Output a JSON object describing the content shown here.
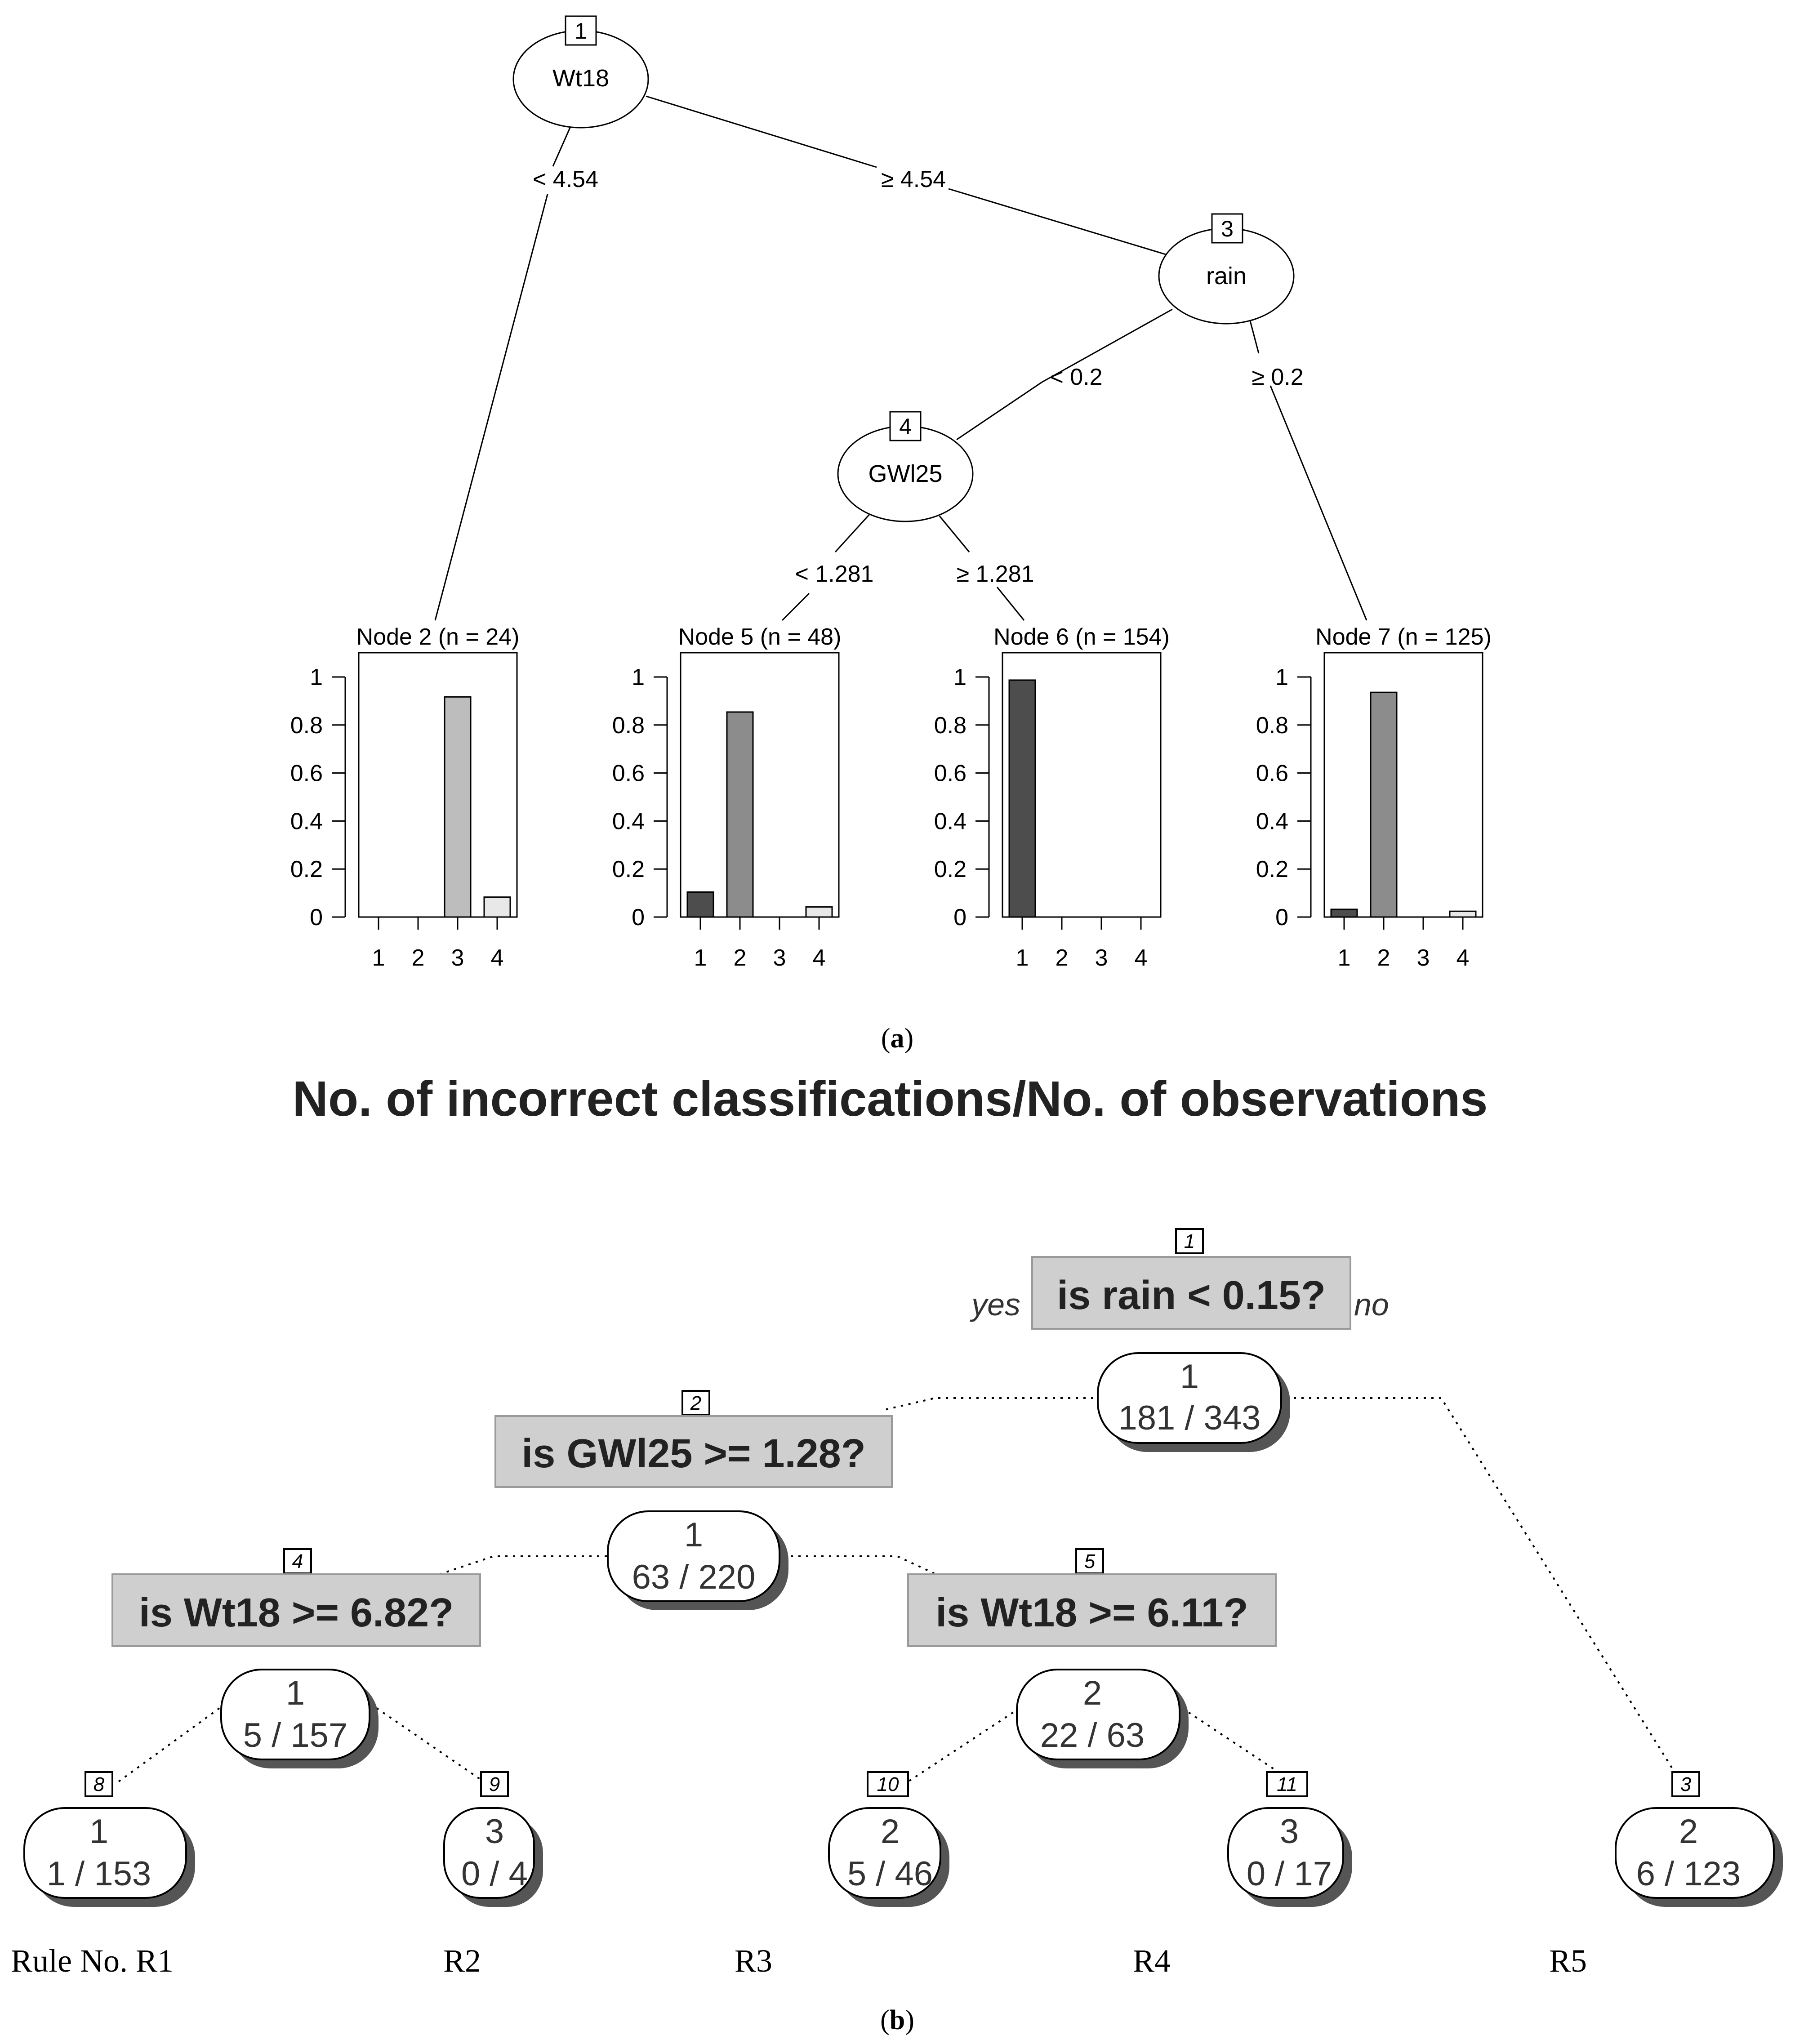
{
  "panel_a": {
    "caption_open": "(",
    "caption_letter": "a",
    "caption_close": ")",
    "splits": [
      {
        "id": "1",
        "var": "Wt18",
        "left_edge": "< 4.54",
        "right_edge": "≥ 4.54"
      },
      {
        "id": "3",
        "var": "rain",
        "left_edge": "< 0.2",
        "right_edge": "≥ 0.2"
      },
      {
        "id": "4",
        "var": "GWl25",
        "left_edge": "< 1.281",
        "right_edge": "≥ 1.281"
      }
    ],
    "y_ticks": [
      "0",
      "0.2",
      "0.4",
      "0.6",
      "0.8",
      "1"
    ],
    "x_ticks": [
      "1",
      "2",
      "3",
      "4"
    ],
    "class_colors": [
      "#4d4d4d",
      "#8c8c8c",
      "#bdbdbd",
      "#e8e8e8"
    ]
  },
  "chart_data": [
    {
      "type": "bar",
      "title": "Node 2 (n = 24)",
      "categories": [
        "1",
        "2",
        "3",
        "4"
      ],
      "values": [
        0,
        0,
        0.917,
        0.083
      ],
      "ylim": [
        0,
        1
      ]
    },
    {
      "type": "bar",
      "title": "Node 5 (n = 48)",
      "categories": [
        "1",
        "2",
        "3",
        "4"
      ],
      "values": [
        0.104,
        0.854,
        0,
        0.042
      ],
      "ylim": [
        0,
        1
      ]
    },
    {
      "type": "bar",
      "title": "Node 6 (n = 154)",
      "categories": [
        "1",
        "2",
        "3",
        "4"
      ],
      "values": [
        0.987,
        0,
        0,
        0
      ],
      "ylim": [
        0,
        1
      ]
    },
    {
      "type": "bar",
      "title": "Node 7 (n = 125)",
      "categories": [
        "1",
        "2",
        "3",
        "4"
      ],
      "values": [
        0.032,
        0.936,
        0,
        0.024
      ],
      "ylim": [
        0,
        1
      ]
    }
  ],
  "panel_b": {
    "title": "No. of incorrect classifications/No. of observations",
    "yes_label": "yes",
    "no_label": "no",
    "questions": [
      {
        "id": "1",
        "text": "is rain < 0.15?"
      },
      {
        "id": "2",
        "text": "is GWl25 >= 1.28?"
      },
      {
        "id": "4",
        "text": "is Wt18 >= 6.82?"
      },
      {
        "id": "5",
        "text": "is Wt18 >= 6.11?"
      }
    ],
    "nodes": [
      {
        "id": "1",
        "class": "1",
        "counts": "181 / 343"
      },
      {
        "id": "2",
        "class": "1",
        "counts": "63 / 220"
      },
      {
        "id": "4",
        "class": "1",
        "counts": "5 / 157"
      },
      {
        "id": "5",
        "class": "2",
        "counts": "22 / 63"
      },
      {
        "id": "8",
        "class": "1",
        "counts": "1 / 153"
      },
      {
        "id": "9",
        "class": "3",
        "counts": "0 / 4"
      },
      {
        "id": "10",
        "class": "2",
        "counts": "5 / 46"
      },
      {
        "id": "11",
        "class": "3",
        "counts": "0 / 17"
      },
      {
        "id": "3",
        "class": "2",
        "counts": "6 / 123"
      }
    ],
    "rules": [
      "Rule No. R1",
      "R2",
      "R3",
      "R4",
      "R5"
    ],
    "caption_open": "(",
    "caption_letter": "b",
    "caption_close": ")"
  }
}
